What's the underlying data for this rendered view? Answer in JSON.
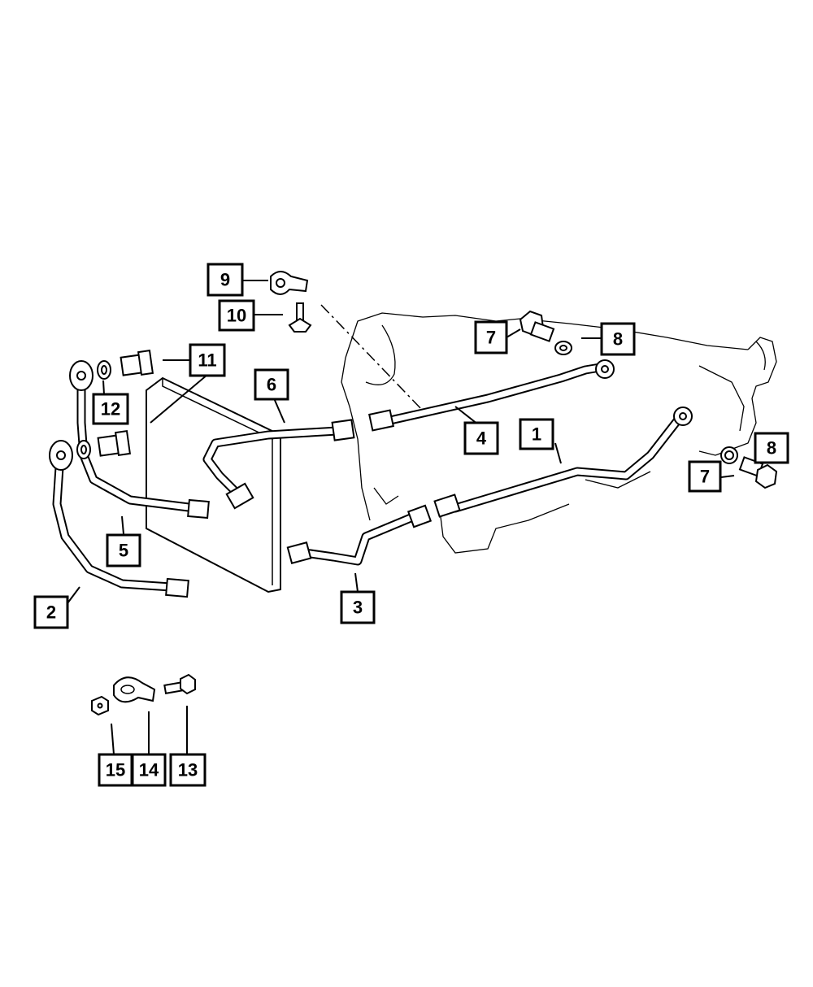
{
  "callouts": [
    {
      "id": "c1",
      "label": "1"
    },
    {
      "id": "c2",
      "label": "2"
    },
    {
      "id": "c3",
      "label": "3"
    },
    {
      "id": "c4",
      "label": "4"
    },
    {
      "id": "c5",
      "label": "5"
    },
    {
      "id": "c6",
      "label": "6"
    },
    {
      "id": "c7a",
      "label": "7"
    },
    {
      "id": "c7b",
      "label": "7"
    },
    {
      "id": "c8a",
      "label": "8"
    },
    {
      "id": "c8b",
      "label": "8"
    },
    {
      "id": "c9",
      "label": "9"
    },
    {
      "id": "c10",
      "label": "10"
    },
    {
      "id": "c11",
      "label": "11"
    },
    {
      "id": "c12",
      "label": "12"
    },
    {
      "id": "c13",
      "label": "13"
    },
    {
      "id": "c14",
      "label": "14"
    },
    {
      "id": "c15",
      "label": "15"
    }
  ]
}
